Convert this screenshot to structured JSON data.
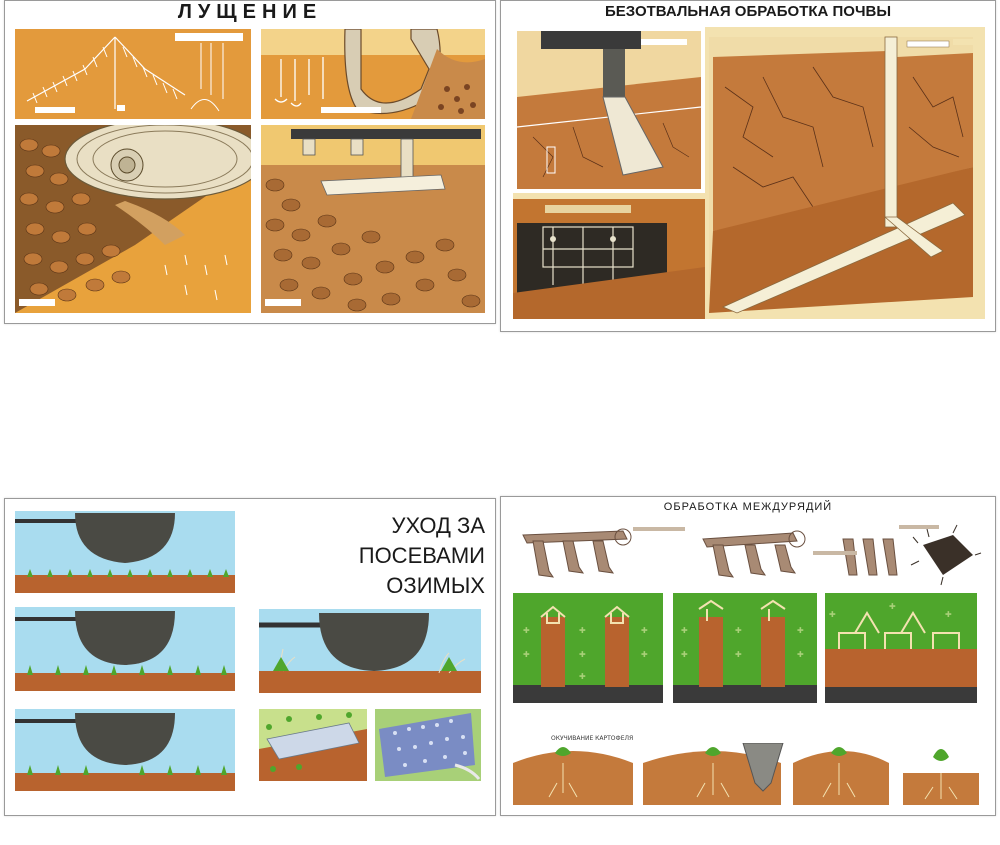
{
  "posters": {
    "p1": {
      "title": "ЛУЩЕНИЕ"
    },
    "p2": {
      "title": "БЕЗОТВАЛЬНАЯ ОБРАБОТКА ПОЧВЫ"
    },
    "p3": {
      "title_line1": "УХОД ЗА",
      "title_line2": "ПОСЕВАМИ",
      "title_line3": "ОЗИМЫХ"
    },
    "p4": {
      "title": "ОБРАБОТКА МЕЖДУРЯДИЙ",
      "caption_potato": "ОКУЧИВАНИЕ КАРТОФЕЛЯ"
    }
  },
  "colors": {
    "orange": "#e39a3c",
    "soil": "#b8632e",
    "dark_soil": "#6b3a1c",
    "cream": "#f3e2b0",
    "sky": "#a9dcef",
    "green": "#4fa62c",
    "disc": "#4a4a44"
  }
}
